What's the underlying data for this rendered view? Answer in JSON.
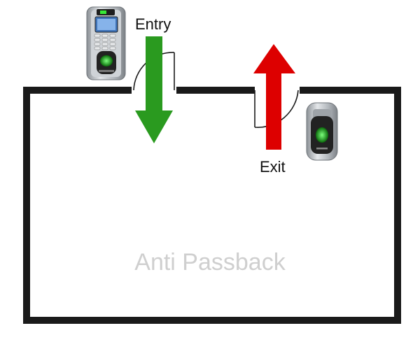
{
  "labels": {
    "entry": "Entry",
    "exit": "Exit",
    "title": "Anti Passback"
  },
  "colors": {
    "wall": "#1a1a1a",
    "entry_arrow": "#2a9a1f",
    "exit_arrow": "#dd0000",
    "title_text": "#cfcfcf",
    "device_body": "#b8bcc0",
    "device_face": "#222222",
    "sensor_glow": "#22dd22"
  },
  "icons": {
    "entry_device": "fingerprint-keypad-reader-icon",
    "exit_device": "fingerprint-reader-icon"
  }
}
